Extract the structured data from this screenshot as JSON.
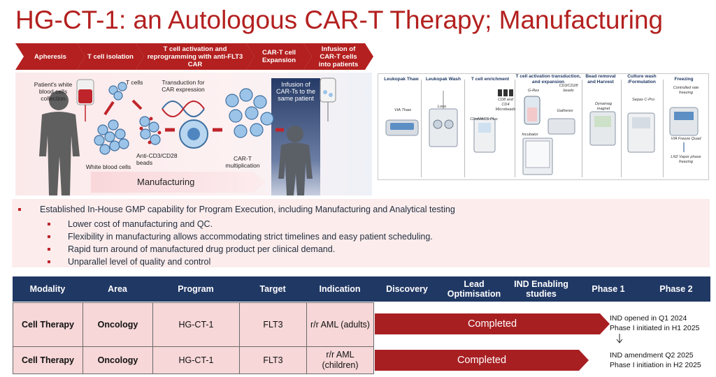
{
  "title": "HG-CT-1: an Autologous CAR-T Therapy; Manufacturing",
  "process_steps": [
    "Apheresis",
    "T cell isolation",
    "T cell activation and reprogramming with anti-FLT3  CAR",
    "CAR-T cell Expansion",
    "Infusion of CAR-T cells into patients"
  ],
  "illustration": {
    "wbc_collection": "Patient's white blood cells collection",
    "t_cells": "T cells",
    "transduction": "Transduction for CAR expression",
    "white_blood_cells": "White blood cells",
    "beads": "Anti-CD3/CD28 beads",
    "multiplication": "CAR-T multiplication",
    "infusion": "Infusion of CAR-Ts to the same patient",
    "manufacturing": "Manufacturing"
  },
  "workflow": {
    "steps": [
      {
        "header": "Leukopak Thaw",
        "device": "VIA Thaw"
      },
      {
        "header": "Leukopak Wash",
        "device": "Lovo"
      },
      {
        "header": "T cell enrichment",
        "device": "CliniMACS Plus"
      },
      {
        "header": "T cell activation transduction, and expansion",
        "device": "G-Rex"
      },
      {
        "header": "Bead removal and Harvest",
        "device": "Dynamag magnet"
      },
      {
        "header": "Culture wash /Formulation",
        "device": "Sepax C-Pro"
      },
      {
        "header": "Freezing",
        "device": "VIA Freeze Quad"
      }
    ],
    "extras": {
      "cd": "CD8 and CD4 Microbeads",
      "beads": "CD3/CD28 beads",
      "gatherex": "Gatherex",
      "incubator": "Incubator",
      "controlled": "Controlled rate freezing",
      "ln2": "LN2 Vapor phase freezing"
    }
  },
  "bullets": {
    "main": "Established In-House GMP capability for Program Execution, including Manufacturing and Analytical testing",
    "sub": [
      "Lower cost of manufacturing and QC.",
      "Flexibility in manufacturing allows accommodating strict timelines and easy patient scheduling.",
      "Rapid turn around of manufactured drug product per clinical demand.",
      "Unparallel level of quality and control"
    ]
  },
  "table": {
    "headers": [
      "Modality",
      "Area",
      "Program",
      "Target",
      "Indication",
      "Discovery",
      "Lead Optimisation",
      "IND Enabling studies",
      "Phase 1",
      "Phase 2"
    ],
    "rows": [
      {
        "modality": "Cell Therapy",
        "area": "Oncology",
        "program": "HG-CT-1",
        "target": "FLT3",
        "indication": "r/r AML (adults)",
        "status": "Completed",
        "note1": "IND opened in Q1 2024",
        "note2": "Phase I initiated in H1 2025"
      },
      {
        "modality": "Cell Therapy",
        "area": "Oncology",
        "program": "HG-CT-1",
        "target": "FLT3",
        "indication": "r/r AML (children)",
        "status": "Completed",
        "note1": "IND amendment Q2 2025",
        "note2": "Phase I initiation in H2 2025"
      }
    ]
  },
  "colors": {
    "brand_red": "#b3201f",
    "navy": "#203864",
    "row_pink": "#f7d7d8"
  }
}
